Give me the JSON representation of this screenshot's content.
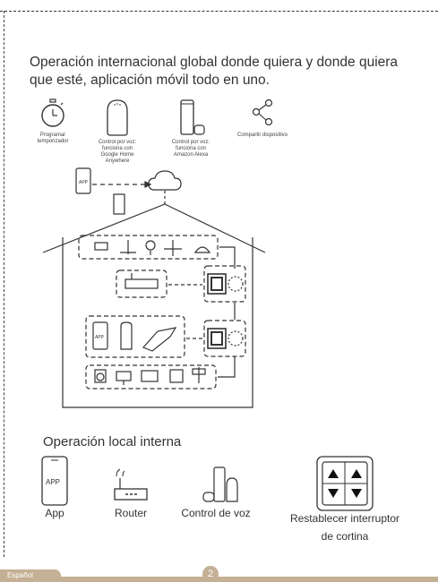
{
  "intro": {
    "line1": "Operación internacional global donde quiera y donde quiera",
    "line2": "que esté, aplicación móvil todo en uno."
  },
  "features": [
    {
      "icon": "timer-icon",
      "lines": [
        "Programar",
        "temporizador"
      ]
    },
    {
      "icon": "google-home-icon",
      "lines": [
        "Control por voz:",
        "funciona con",
        "Google Home",
        "Anywhere"
      ]
    },
    {
      "icon": "amazon-alexa-icon",
      "lines": [
        "Control por voz:",
        "funciona con",
        "Amazon Alexa"
      ]
    },
    {
      "icon": "share-icon",
      "lines": [
        "Compartir dispositivo"
      ]
    }
  ],
  "diagram": {
    "phone_label": "APP",
    "phone2_label": "APP"
  },
  "local": {
    "title": "Operación local interna",
    "devices": [
      {
        "icon": "phone-app-icon",
        "label": "App",
        "screen_text": "APP"
      },
      {
        "icon": "router-icon",
        "label": "Router"
      },
      {
        "icon": "voice-control-icon",
        "label": "Control de voz"
      },
      {
        "icon": "curtain-switch-icon",
        "label_line1": "Restablecer interruptor",
        "label_line2": "de cortina"
      }
    ]
  },
  "footer": {
    "language": "Español",
    "page_number": "2"
  },
  "colors": {
    "footer_accent": "#c4b094",
    "line": "#333333"
  }
}
